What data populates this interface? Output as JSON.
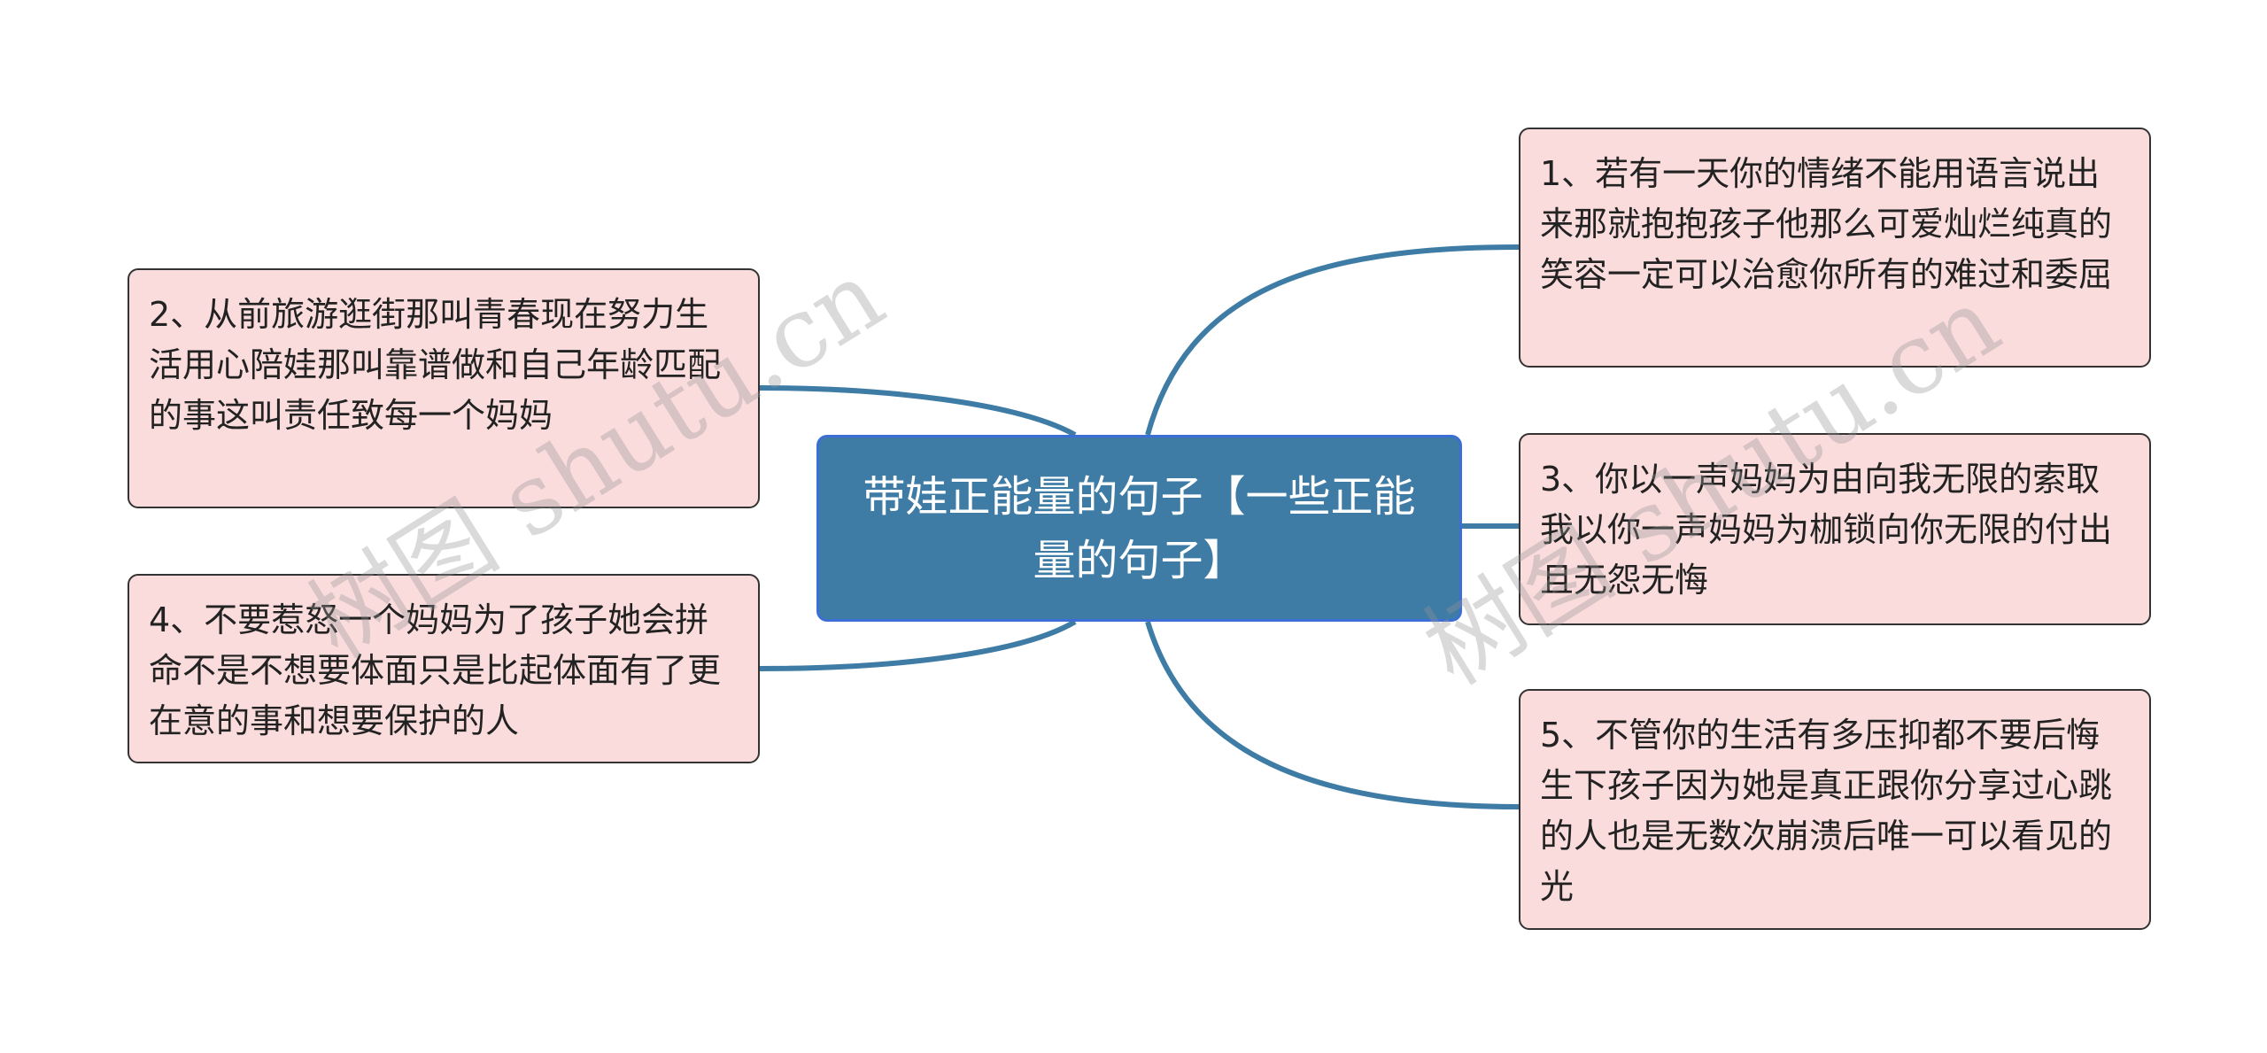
{
  "center": {
    "title": "带娃正能量的句子【一些正能量的句子】"
  },
  "nodes": [
    {
      "label": "1、若有一天你的情绪不能用语言说出来那就抱抱孩子他那么可爱灿烂纯真的笑容一定可以治愈你所有的难过和委屈"
    },
    {
      "label": "2、从前旅游逛街那叫青春现在努力生活用心陪娃那叫靠谱做和自己年龄匹配的事这叫责任致每一个妈妈"
    },
    {
      "label": "3、你以一声妈妈为由向我无限的索取我以你一声妈妈为枷锁向你无限的付出且无怨无悔"
    },
    {
      "label": "4、不要惹怒一个妈妈为了孩子她会拼命不是不想要体面只是比起体面有了更在意的事和想要保护的人"
    },
    {
      "label": "5、不管你的生活有多压抑都不要后悔生下孩子因为她是真正跟你分享过心跳的人也是无数次崩溃后唯一可以看见的光"
    }
  ],
  "watermark": "树图 shutu.cn",
  "colors": {
    "link": "#3e7ca6",
    "node_fill": "#fadcdc",
    "center_fill": "#3e7ca6"
  }
}
